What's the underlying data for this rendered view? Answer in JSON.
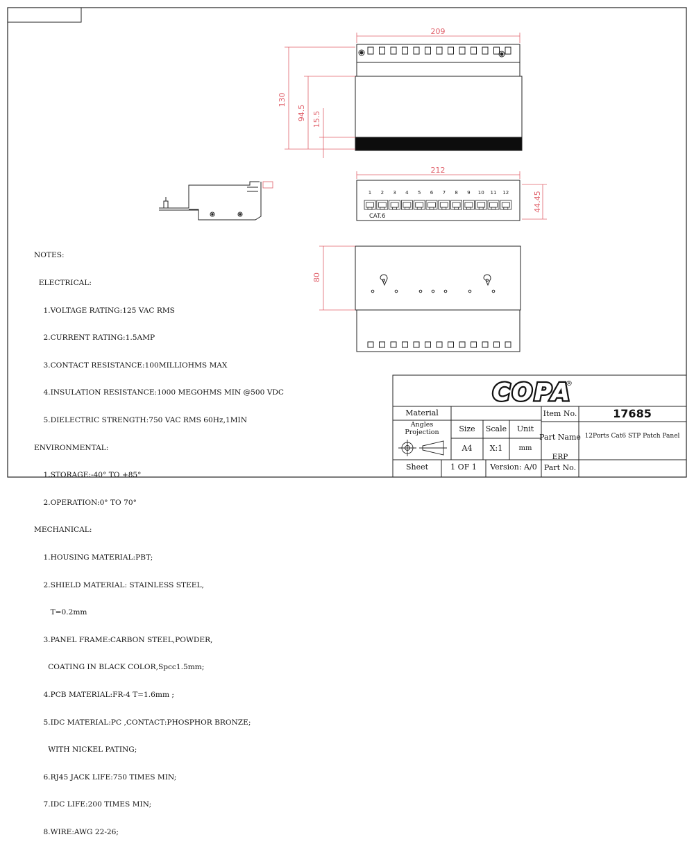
{
  "dimensions": {
    "top_width": "209",
    "total_height": "130",
    "body_height": "94.5",
    "base_height": "15.5",
    "front_width": "212",
    "front_height": "44.45",
    "bottom_depth": "80"
  },
  "front_panel": {
    "port_numbers": [
      "1",
      "2",
      "3",
      "4",
      "5",
      "6",
      "7",
      "8",
      "9",
      "10",
      "11",
      "12"
    ],
    "category_label": "CAT.6"
  },
  "notes": [
    "NOTES:",
    "  ELECTRICAL:",
    "    1.VOLTAGE RATING:125 VAC RMS",
    "    2.CURRENT RATING:1.5AMP",
    "    3.CONTACT RESISTANCE:100MILLIOHMS MAX",
    "    4.INSULATION RESISTANCE:1000 MEGOHMS MIN @500 VDC",
    "    5.DIELECTRIC STRENGTH:750 VAC RMS 60Hz,1MIN",
    "ENVIRONMENTAL:",
    "    1.STORAGE:-40° TO +85°",
    "    2.OPERATION:0° TO 70°",
    "MECHANICAL:",
    "    1.HOUSING MATERIAL:PBT;",
    "    2.SHIELD MATERIAL: STAINLESS STEEL,",
    "       T=0.2mm",
    "    3.PANEL FRAME:CARBON STEEL,POWDER,",
    "      COATING IN BLACK COLOR,Spcc1.5mm;",
    "    4.PCB MATERIAL:FR-4 T=1.6mm ;",
    "    5.IDC MATERIAL:PC ,CONTACT:PHOSPHOR BRONZE;",
    "      WITH NICKEL PATING;",
    "    6.RJ45 JACK LIFE:750 TIMES MIN;",
    "    7.IDC LIFE:200 TIMES MIN;",
    "    8.WIRE:AWG 22-26;"
  ],
  "title_block": {
    "logo": "COPA",
    "logo_mark": "®",
    "material_label": "Material",
    "item_no_label": "Item No.",
    "item_no": "17685",
    "angles_label_1": "Angles",
    "angles_label_2": "Projection",
    "size_label": "Size",
    "scale_label": "Scale",
    "unit_label": "Unit",
    "size": "A4",
    "scale": "X:1",
    "unit": "mm",
    "part_name_label": "Part Name",
    "part_name": "12Ports Cat6 STP Patch Panel",
    "erp_label": "ERP",
    "part_no_label": "Part No.",
    "sheet_label": "Sheet",
    "sheet": "1 OF 1",
    "version": "Version: A/0"
  },
  "colors": {
    "line": "#222222",
    "dimension": "#e0606a",
    "dark_bar": "#0d0d0d"
  }
}
